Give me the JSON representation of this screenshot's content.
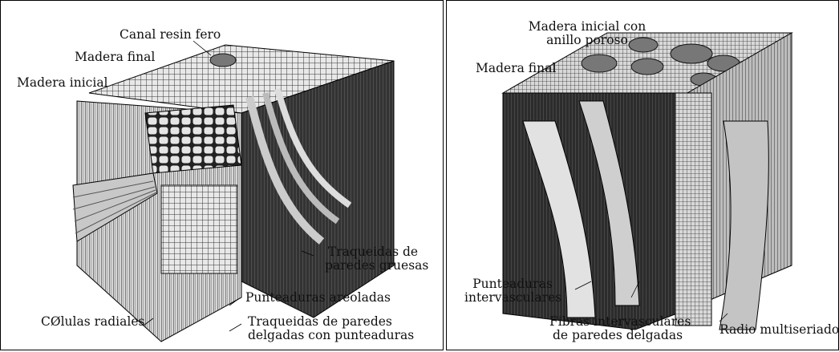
{
  "left_panel": {
    "labels": {
      "canal": "Canal resin fero",
      "madera_final": "Madera final",
      "madera_inicial": "Madera inicial",
      "traq_gruesas_1": "Traqueidas de",
      "traq_gruesas_2": "paredes gruesas",
      "punteaduras_areoladas": "Punteaduras areoladas",
      "celulas_radiales": "CØlulas radiales",
      "traq_delgadas_1": "Traqueidas de paredes",
      "traq_delgadas_2": "delgadas con punteaduras"
    }
  },
  "right_panel": {
    "labels": {
      "madera_inicial_1": "Madera inicial con",
      "madera_inicial_2": "anillo poroso",
      "madera_final": "Madera final",
      "punteaduras_1": "Punteaduras",
      "punteaduras_2": "intervasculares",
      "fibras_1": "Fibras intervasculares",
      "fibras_2": "de paredes delgadas",
      "radio": "Radio multiseriado"
    }
  }
}
